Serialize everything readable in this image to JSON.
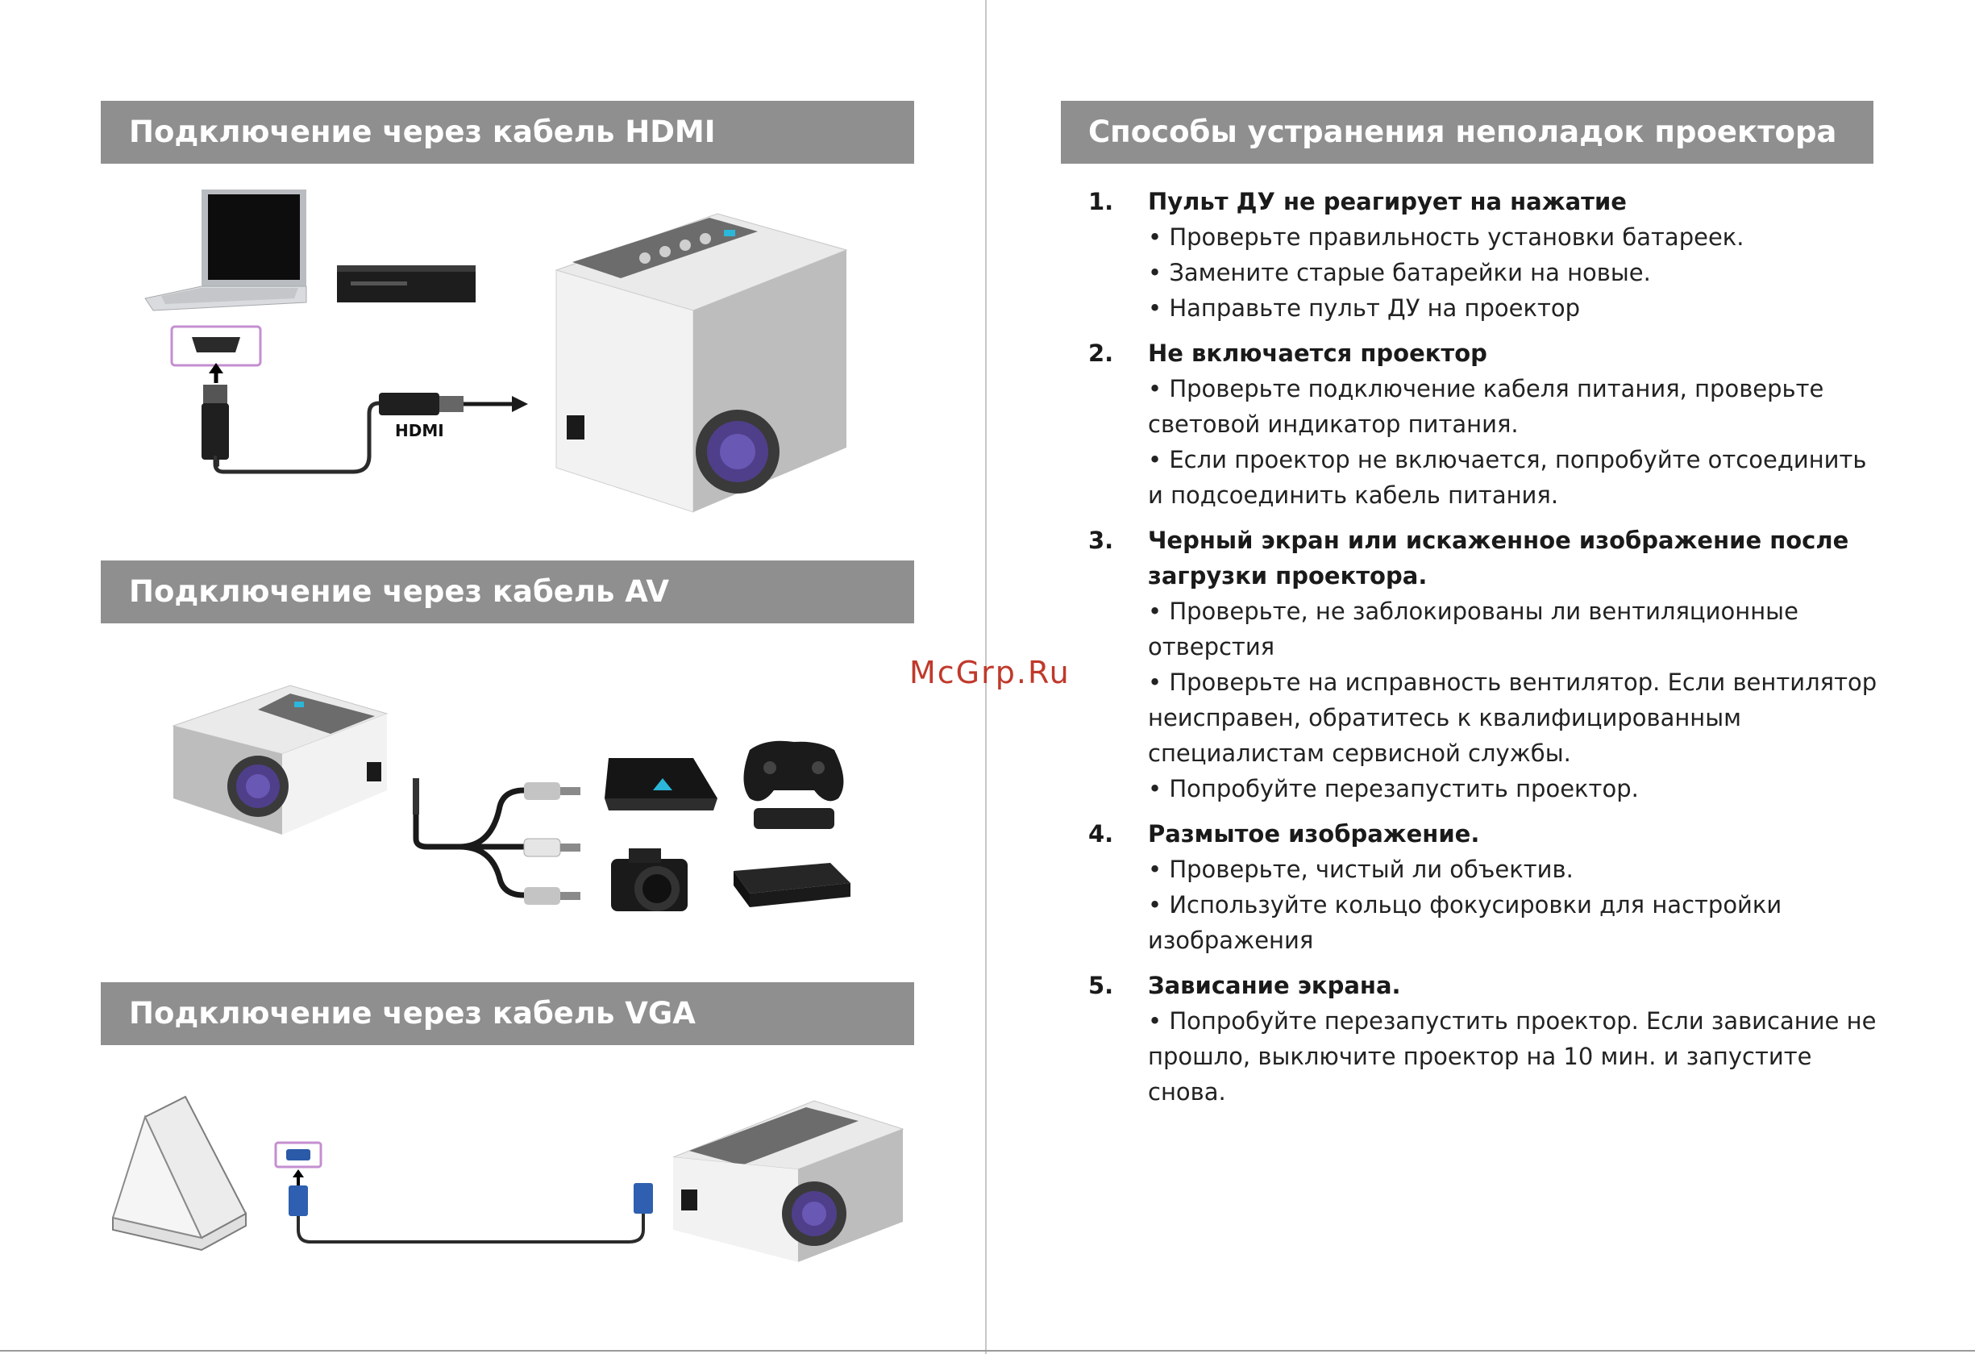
{
  "left": {
    "sections": [
      {
        "title": "Подключение через кабель HDMI",
        "cable_label": "HDMI"
      },
      {
        "title": "Подключение через кабель AV"
      },
      {
        "title": "Подключение через кабель VGA"
      }
    ]
  },
  "right": {
    "title": "Способы устранения неполадок проектора",
    "items": [
      {
        "num": "1.",
        "title": "Пульт ДУ не реагирует на нажатие",
        "lines": [
          "• Проверьте правильность установки батареек.",
          "• Замените старые батарейки на новые.",
          "• Направьте пульт ДУ на проектор"
        ]
      },
      {
        "num": "2.",
        "title": "Не включается проектор",
        "lines": [
          "• Проверьте подключение кабеля питания, проверьте",
          "световой индикатор питания.",
          "• Если проектор не включается, попробуйте отсоединить",
          "и подсоединить кабель питания."
        ]
      },
      {
        "num": "3.",
        "title": "Черный экран или искаженное изображение после",
        "title2": "загрузки проектора.",
        "lines": [
          "• Проверьте, не заблокированы ли вентиляционные",
          "отверстия",
          "• Проверьте на исправность вентилятор. Если вентилятор",
          "неисправен, обратитесь к квалифицированным",
          "специалистам сервисной службы.",
          "• Попробуйте перезапустить проектор."
        ]
      },
      {
        "num": "4.",
        "title": "Размытое изображение.",
        "lines": [
          "• Проверьте, чистый ли объектив.",
          "• Используйте кольцо фокусировки для настройки",
          "изображения"
        ]
      },
      {
        "num": "5.",
        "title": "Зависание экрана.",
        "lines": [
          "• Попробуйте перезапустить проектор. Если зависание не",
          "прошло, выключите проектор на 10 мин. и запустите",
          "снова."
        ]
      }
    ]
  },
  "watermark": "McGrp.Ru"
}
